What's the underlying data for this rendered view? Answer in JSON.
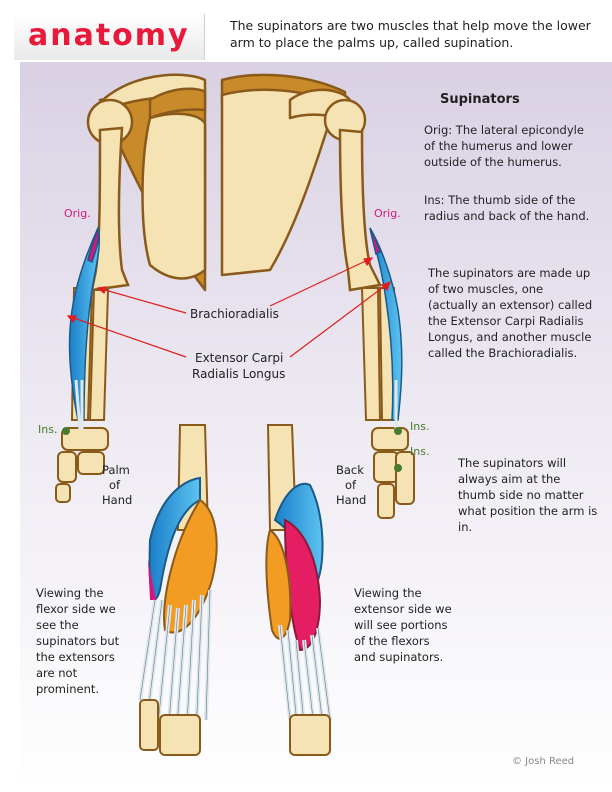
{
  "header": {
    "logo_text": "anatomy",
    "description": "The supinators are two muscles that help move the lower arm to place the palms up, called supination."
  },
  "sidebar": {
    "title": "Supinators",
    "origin": "Orig: The lateral epicondyle of the humerus and lower outside of the humerus.",
    "insertion": "Ins: The thumb side of the radius and back of the hand.",
    "description": "The supinators are made up of two muscles, one (actually an extensor) called the Extensor Carpi Radialis Longus, and another muscle called the Brachioradialis.",
    "aim_note": "The supinators will always aim at the thumb side no matter what position the arm is in."
  },
  "labels": {
    "orig_left": "Orig.",
    "orig_right": "Orig.",
    "ins_left": "Ins.",
    "ins_right_1": "Ins.",
    "ins_right_2": "Ins.",
    "brachioradialis": "Brachioradialis",
    "extensor_line1": "Extensor Carpi",
    "extensor_line2": "Radialis Longus",
    "palm_line1": "Palm",
    "palm_line2": "of",
    "palm_line3": "Hand",
    "back_line1": "Back",
    "back_line2": "of",
    "back_line3": "Hand"
  },
  "captions": {
    "flexor_view": "Viewing the flexor side we see the supinators but the extensors are not prominent.",
    "extensor_view": "Viewing the extensor side we will see portions of the flexors and supinators."
  },
  "footer": {
    "copyright": "© Josh Reed"
  },
  "colors": {
    "logo_red": "#e8193a",
    "bone": "#f6e3b4",
    "bone_outline": "#8a5a1a",
    "scapula_shadow": "#c98a2a",
    "supinator_blue": "#2fa4e7",
    "flexor_orange": "#f39c23",
    "extensor_pink": "#e51e63",
    "tendon": "#dde8ee",
    "orig_magenta": "#d4177a",
    "ins_green": "#4a7a2e",
    "pointer_red": "#e01e1e"
  }
}
